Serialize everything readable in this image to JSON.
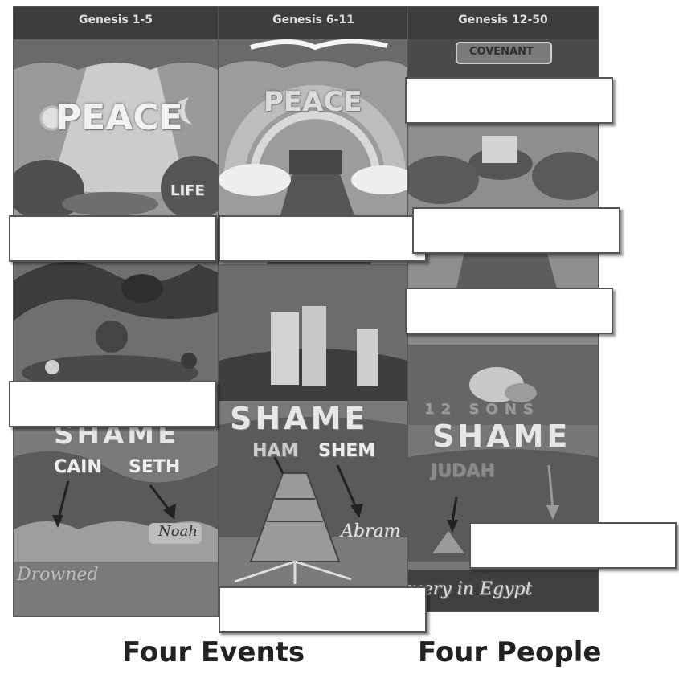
{
  "columns": [
    {
      "header": "Genesis 1-5"
    },
    {
      "header": "Genesis 6-11"
    },
    {
      "header": "Genesis 12-50"
    }
  ],
  "art_text": {
    "peace_left": "PEACE",
    "life": "LIFE",
    "shame_left": "SHAME",
    "cain": "CAIN",
    "seth": "SETH",
    "noah": "Noah",
    "drowned": "Drowned",
    "peace_middle": "PEACE",
    "shame_middle": "SHAME",
    "ham": "HAM",
    "shem": "SHEM",
    "abram": "Abram",
    "covenant": "COVENANT",
    "twelve_sons": "12 SONS",
    "shame_right": "SHAME",
    "judah": "JUDAH",
    "slavery": "Slavery in Egypt"
  },
  "captions": {
    "events": "Four Events",
    "people": "Four People"
  },
  "colors": {
    "header_bg": "#3d3d3d",
    "panel_bg": "#8a8a8a",
    "blank_box": "#ffffff"
  }
}
